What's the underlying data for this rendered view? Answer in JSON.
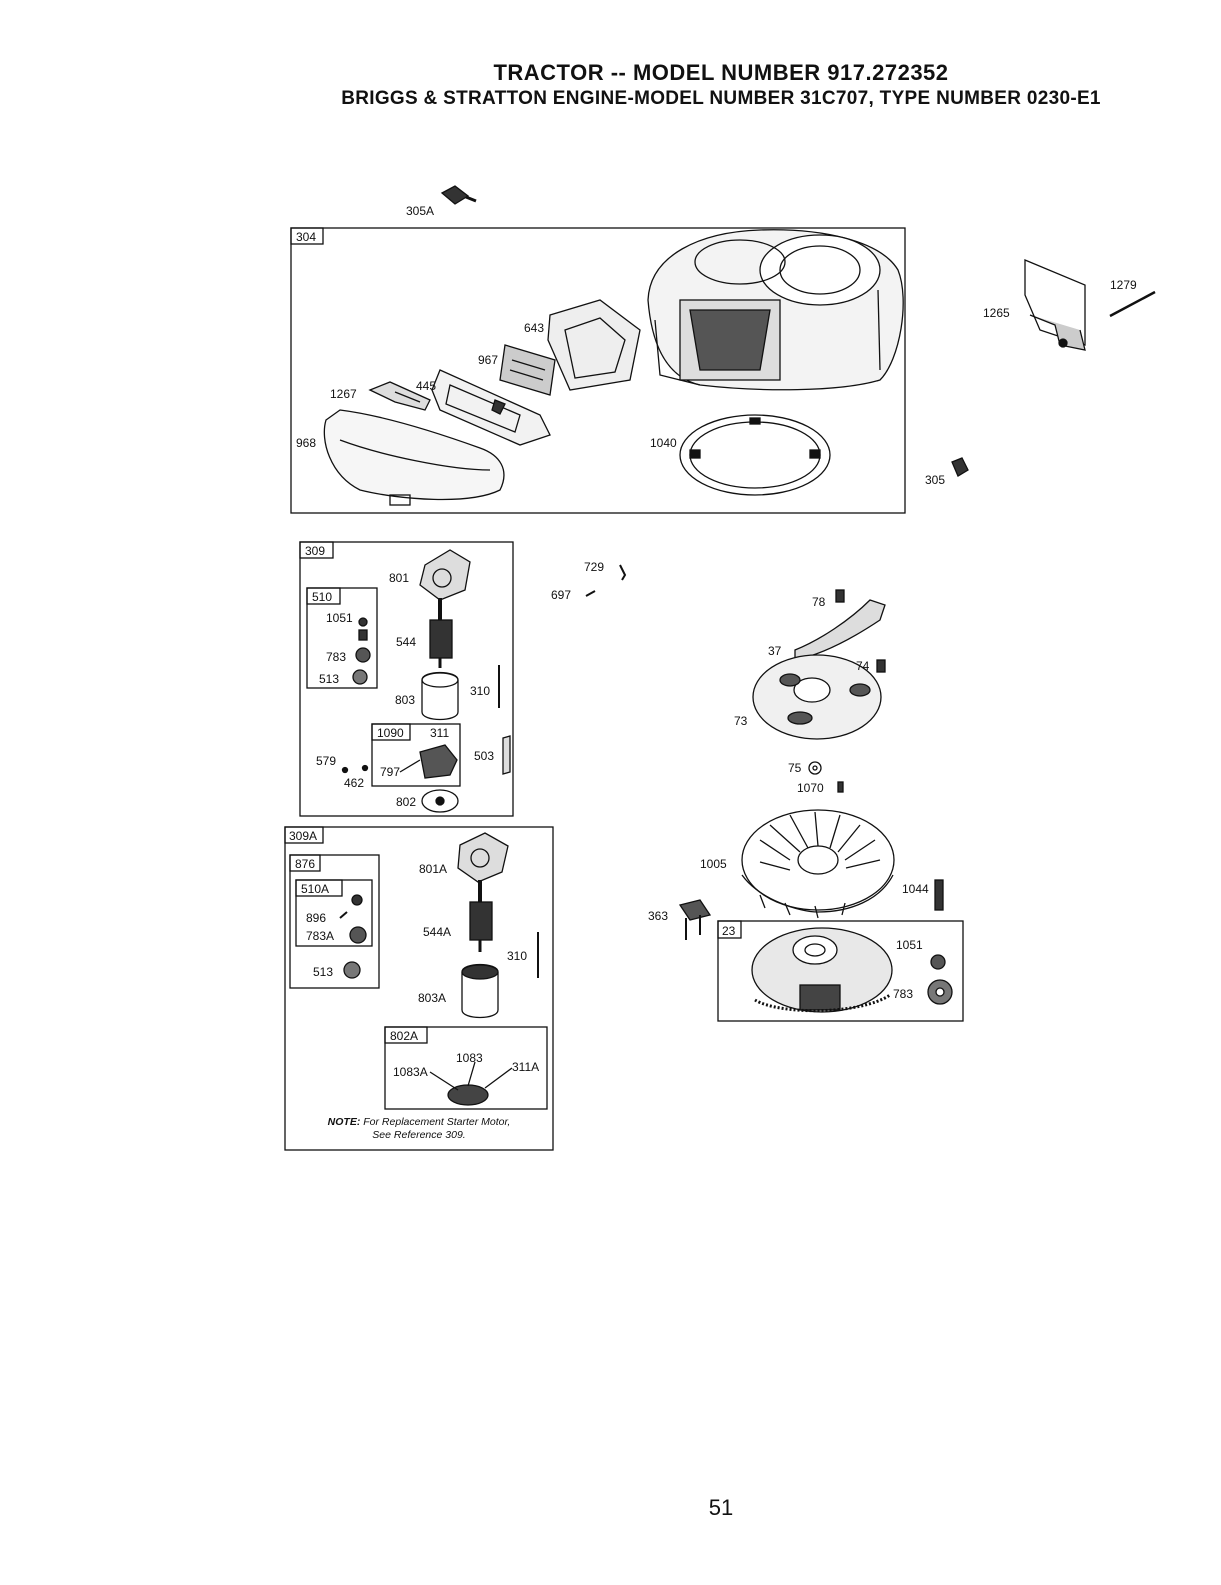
{
  "header": {
    "title": "TRACTOR -- MODEL NUMBER 917.272352",
    "subtitle": "BRIGGS & STRATTON ENGINE-MODEL NUMBER 31C707, TYPE NUMBER 0230-E1"
  },
  "boxes": {
    "b304": "304",
    "b309": "309",
    "b510": "510",
    "b1090": "1090",
    "b309A": "309A",
    "b876": "876",
    "b510A": "510A",
    "b802A": "802A",
    "b23": "23"
  },
  "parts": {
    "p305A": "305A",
    "p643": "643",
    "p967": "967",
    "p445": "445",
    "p1267": "1267",
    "p968": "968",
    "p1040": "1040",
    "p305": "305",
    "p1265": "1265",
    "p1279": "1279",
    "p801": "801",
    "p1051a": "1051",
    "p544": "544",
    "p783a": "783",
    "p513a": "513",
    "p803": "803",
    "p310a": "310",
    "p311": "311",
    "p503": "503",
    "p579": "579",
    "p462": "462",
    "p797": "797",
    "p802": "802",
    "p801A": "801A",
    "p896": "896",
    "p783A": "783A",
    "p544A": "544A",
    "p310b": "310",
    "p513b": "513",
    "p803A": "803A",
    "p1083": "1083",
    "p1083A": "1083A",
    "p311A": "311A",
    "p729": "729",
    "p697": "697",
    "p78": "78",
    "p37": "37",
    "p74": "74",
    "p73": "73",
    "p75": "75",
    "p1070": "1070",
    "p1005": "1005",
    "p1044": "1044",
    "p363": "363",
    "p1051b": "1051",
    "p783b": "783"
  },
  "note": {
    "label": "NOTE:",
    "line1": "For Replacement Starter Motor,",
    "line2": "See Reference 309."
  },
  "page_number": "51"
}
